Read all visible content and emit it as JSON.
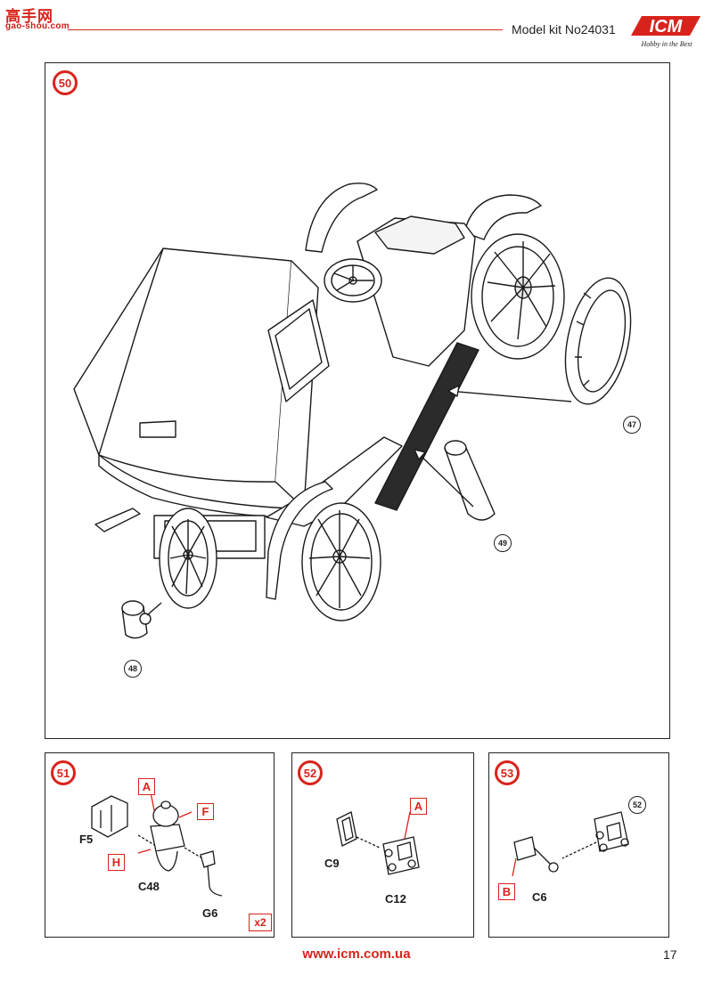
{
  "header": {
    "site_logo_cn": "高手网",
    "site_logo_domain": "gao-shou.com",
    "kit_label": "Model kit No24031",
    "brand_name": "ICM",
    "brand_tagline": "Hobby in the Best"
  },
  "steps": {
    "s50": {
      "number": "50",
      "refs": {
        "r47": "47",
        "r48": "48",
        "r49": "49"
      }
    },
    "s51": {
      "number": "51",
      "parts": {
        "f5": "F5",
        "c48": "C48",
        "g6": "G6"
      },
      "sprues": {
        "a": "A",
        "f": "F",
        "h": "H"
      },
      "quantity": "x2"
    },
    "s52": {
      "number": "52",
      "parts": {
        "c9": "C9",
        "c12": "C12"
      },
      "sprues": {
        "a": "A"
      }
    },
    "s53": {
      "number": "53",
      "parts": {
        "c6": "C6"
      },
      "sprues": {
        "b": "B"
      },
      "refs": {
        "r52": "52"
      }
    }
  },
  "footer": {
    "url": "www.icm.com.ua",
    "page_number": "17"
  },
  "colors": {
    "accent": "#d8231c",
    "line": "#1a1a1a",
    "running_board": "#2b2b2b"
  }
}
